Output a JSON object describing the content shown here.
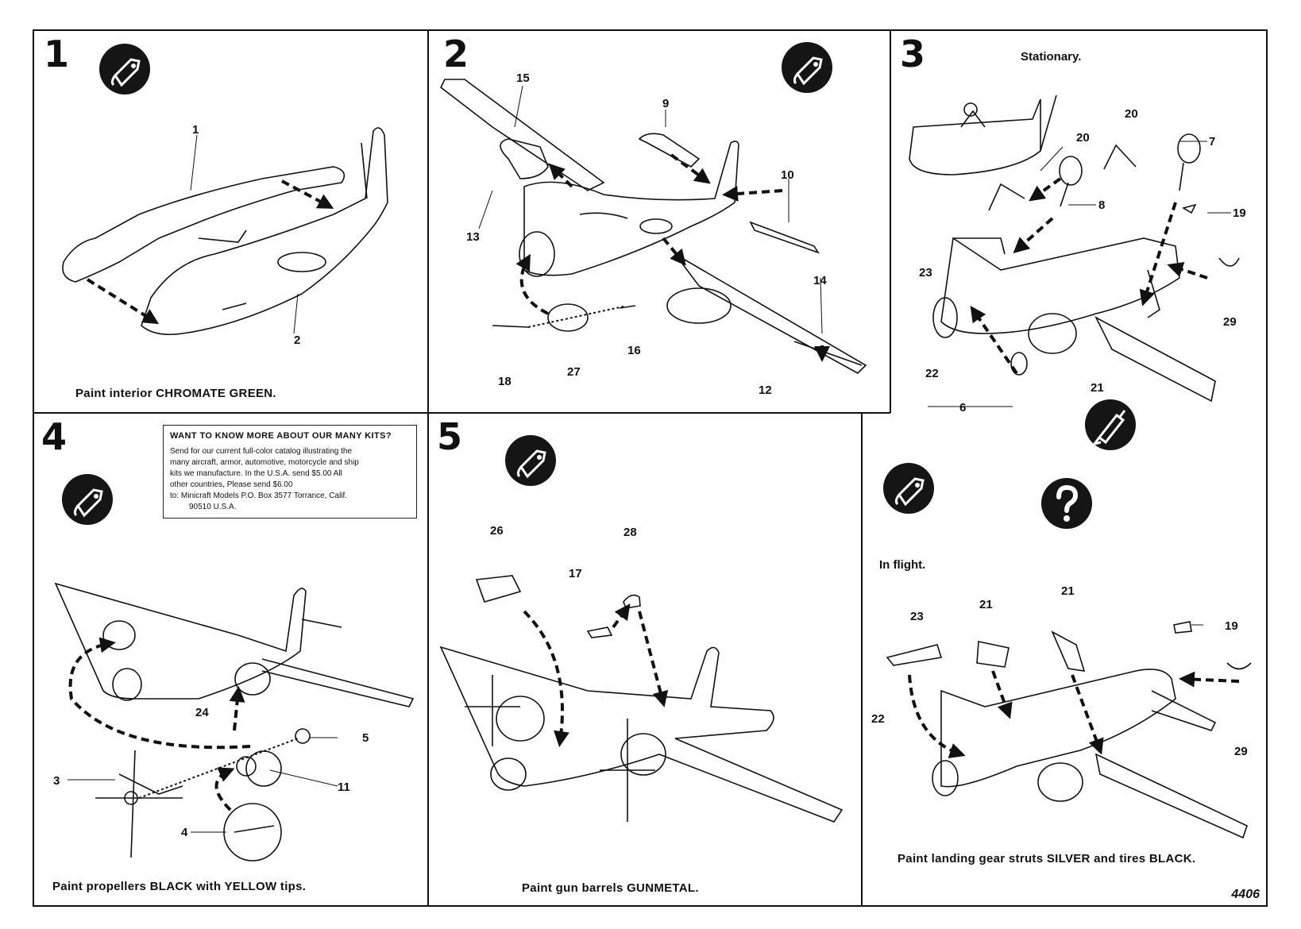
{
  "document_number": "4406",
  "steps": [
    {
      "number": "1",
      "caption": "Paint interior CHROMATE GREEN.",
      "part_labels": [
        "1",
        "2"
      ]
    },
    {
      "number": "2",
      "part_labels": [
        "15",
        "9",
        "10",
        "13",
        "14",
        "16",
        "18",
        "27",
        "12"
      ]
    },
    {
      "number": "3",
      "note": "Stationary.",
      "part_labels": [
        "20",
        "20",
        "7",
        "8",
        "19",
        "23",
        "22",
        "21",
        "29",
        "6"
      ]
    },
    {
      "number": "4",
      "caption": "Paint propellers BLACK with YELLOW tips.",
      "part_labels": [
        "24",
        "5",
        "3",
        "11",
        "4"
      ]
    },
    {
      "number": "5",
      "caption": "Paint gun barrels GUNMETAL.",
      "part_labels": [
        "26",
        "28",
        "17"
      ]
    },
    {
      "number": "",
      "note": "In flight.",
      "caption": "Paint landing gear struts SILVER and tires BLACK.",
      "part_labels": [
        "23",
        "21",
        "21",
        "19",
        "22",
        "29"
      ]
    }
  ],
  "info_box": {
    "title": "WANT TO KNOW MORE ABOUT OUR MANY KITS?",
    "line1": "Send for our current full-color catalog illustrating the",
    "line2": "many aircraft, armor, automotive, motorcycle and ship",
    "line3": "kits we manufacture.      In the U.S.A. send  $5.00 All",
    "line4": "other countries, Please send  $6.00",
    "line5": "to: Minicraft Models P.O. Box 3577 Torrance, Calif.",
    "line6": "90510 U.S.A."
  },
  "icons": {
    "paint": "paint-tag-icon",
    "glue": "glue-tube-icon",
    "question": "question-mark-icon"
  },
  "colors": {
    "ink": "#111111",
    "paper": "#ffffff"
  }
}
